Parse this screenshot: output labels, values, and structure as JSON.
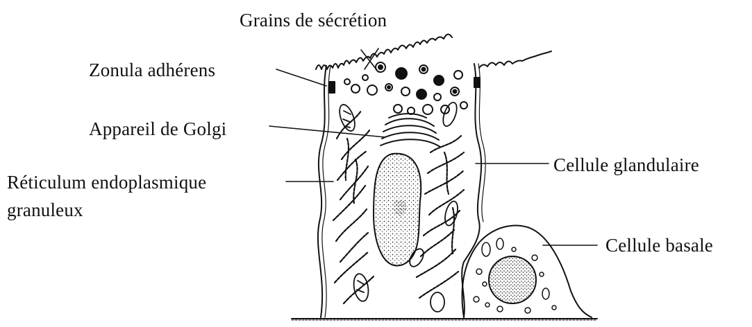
{
  "labels": {
    "grains": "Grains de sécrétion",
    "zonula": "Zonula adhérens",
    "golgi": "Appareil de Golgi",
    "rer_line1": "Réticulum endoplasmique",
    "rer_line2": "granuleux",
    "glandulaire": "Cellule glandulaire",
    "basale": "Cellule basale"
  },
  "colors": {
    "ink": "#111111",
    "background": "#ffffff"
  }
}
